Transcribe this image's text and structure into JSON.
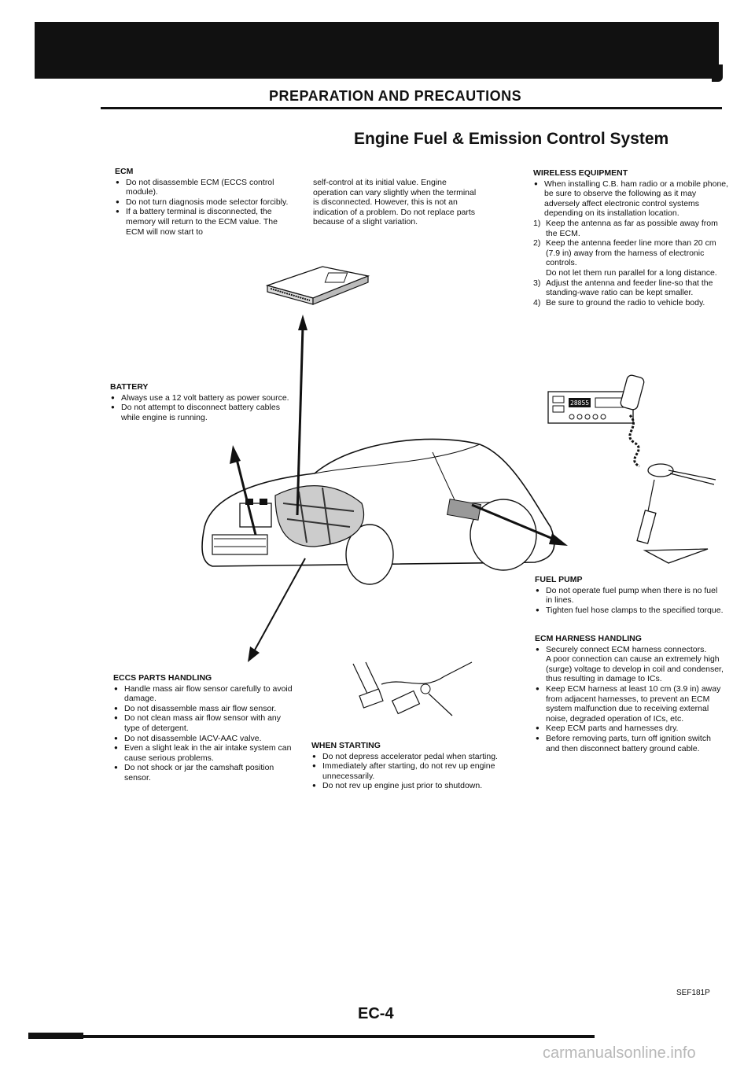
{
  "header": {
    "section_title": "PREPARATION AND PRECAUTIONS",
    "subtitle": "Engine Fuel & Emission Control System"
  },
  "ecm": {
    "heading": "ECM",
    "items": [
      "Do not disassemble ECM (ECCS control module).",
      "Do not turn diagnosis mode selector forcibly.",
      "If a battery terminal is disconnected, the memory will return to the ECM value. The ECM will now start to"
    ],
    "continued": "self-control at its initial value. Engine operation can vary slightly when the terminal is disconnected. However, this is not an indication of a problem. Do not replace parts because of a slight variation."
  },
  "battery": {
    "heading": "BATTERY",
    "items": [
      "Always use a 12 volt battery as power source.",
      "Do not attempt to disconnect battery cables while engine is running."
    ]
  },
  "wireless": {
    "heading": "WIRELESS EQUIPMENT",
    "intro": "When installing C.B. ham radio or a mobile phone, be sure to observe the following as it may adversely affect electronic control systems depending on its installation location.",
    "steps": [
      {
        "num": "1)",
        "text": "Keep the antenna as far as possible away from the ECM."
      },
      {
        "num": "2)",
        "text": "Keep the antenna feeder line more than 20 cm (7.9 in) away from the harness of electronic controls.",
        "extra": "Do not let them run parallel for a long distance."
      },
      {
        "num": "3)",
        "text": "Adjust the antenna and feeder line-so that the standing-wave ratio can be kept smaller."
      },
      {
        "num": "4)",
        "text": "Be sure to ground the radio to vehicle body."
      }
    ]
  },
  "fuel_pump": {
    "heading": "FUEL PUMP",
    "items": [
      "Do not operate fuel pump when there is no fuel in lines.",
      "Tighten fuel hose clamps to the specified torque."
    ]
  },
  "ecm_harness": {
    "heading": "ECM HARNESS HANDLING",
    "items": [
      "Securely connect ECM harness connectors.",
      "Keep ECM harness at least 10 cm (3.9 in) away from adjacent harnesses, to prevent an ECM system malfunction due to receiving external noise, degraded operation of ICs, etc.",
      "Keep ECM parts and harnesses dry.",
      "Before removing parts, turn off ignition switch and then disconnect battery ground cable."
    ],
    "note": "A poor connection can cause an extremely high (surge) voltage to develop in coil and condenser, thus resulting in damage to ICs."
  },
  "eccs_parts": {
    "heading": "ECCS PARTS HANDLING",
    "items": [
      "Handle mass air flow sensor carefully to avoid damage.",
      "Do not disassemble mass air flow sensor.",
      "Do not clean mass air flow sensor with any type of detergent.",
      "Do not disassemble IACV-AAC valve.",
      "Even a slight leak in the air intake system can cause serious problems.",
      "Do not shock or jar the camshaft position sensor."
    ]
  },
  "starting": {
    "heading": "WHEN STARTING",
    "items": [
      "Do not depress accelerator pedal when starting.",
      "Immediately after starting, do not rev up engine unnecessarily.",
      "Do not rev up engine just prior to shutdown."
    ]
  },
  "radio_display": "28855",
  "footer": {
    "page_number": "EC-4",
    "figure_code": "SEF181P",
    "watermark": "carmanualsonline.info"
  }
}
